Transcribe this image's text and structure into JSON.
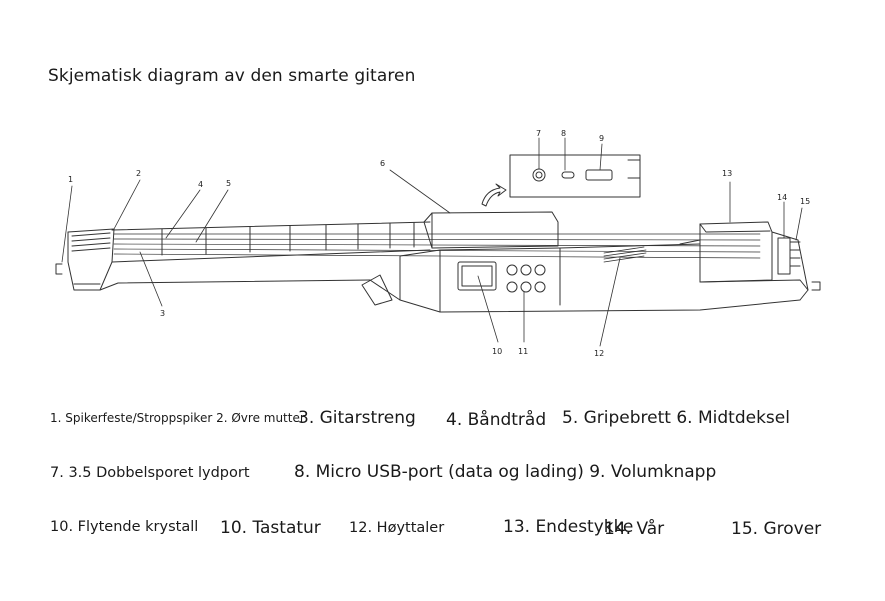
{
  "title": "Skjematisk diagram av den smarte gitaren",
  "callouts": [
    "1",
    "2",
    "3",
    "4",
    "5",
    "6",
    "7",
    "8",
    "9",
    "10",
    "11",
    "12",
    "13",
    "14",
    "15"
  ],
  "legend": [
    "1. Spikerfeste/Stroppspiker 2. Øvre mutter",
    "3. Gitarstreng",
    "4. Båndtråd",
    "5. Gripebrett 6. Midtdeksel",
    "7. 3.5 Dobbelsporet lydport",
    "8. Micro USB-port (data og lading) 9. Volumknapp",
    "10. Flytende krystall",
    "10. Tastatur",
    "12. Høyttaler",
    "13. Endestykke",
    "14. Vår",
    "15. Grover"
  ]
}
